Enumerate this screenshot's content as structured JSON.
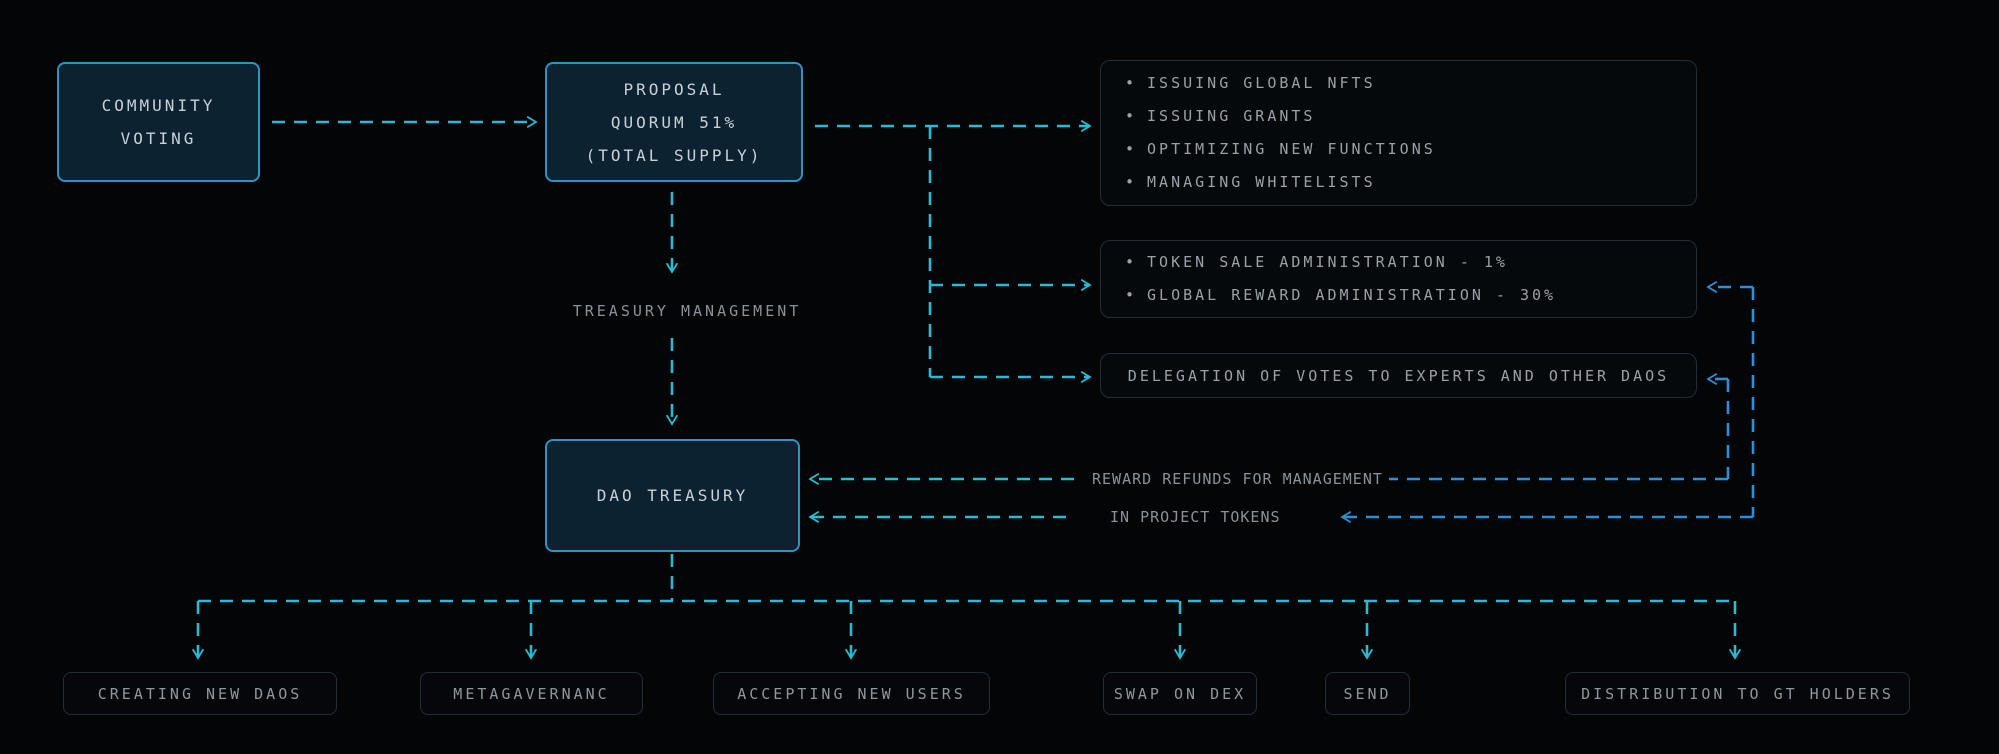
{
  "diagram": {
    "nodes": {
      "community_voting": "COMMUNITY\nVOTING",
      "proposal_quorum": "PROPOSAL\nQUORUM 51%\n(TOTAL SUPPLY)",
      "dao_treasury": "DAO TREASURY"
    },
    "edge_labels": {
      "treasury_management": "TREASURY MANAGEMENT",
      "reward_refunds": "REWARD REFUNDS FOR MANAGEMENT",
      "in_project_tokens": "IN PROJECT TOKENS"
    },
    "governance_actions": {
      "items": [
        "ISSUING GLOBAL NFTS",
        "ISSUING GRANTS",
        "OPTIMIZING NEW FUNCTIONS",
        "MANAGING WHITELISTS"
      ]
    },
    "administration": {
      "items": [
        "TOKEN SALE ADMINISTRATION - 1%",
        "GLOBAL REWARD ADMINISTRATION - 30%"
      ]
    },
    "delegation": "DELEGATION OF VOTES TO EXPERTS AND OTHER DAOS",
    "treasury_uses": [
      "CREATING NEW DAOS",
      "METAGAVERNANC",
      "ACCEPTING NEW USERS",
      "SWAP ON DEX",
      "SEND",
      "DISTRIBUTION TO GT HOLDERS"
    ],
    "colors": {
      "arrow_teal": "#2cb9d4",
      "arrow_blue": "#2e8fd9",
      "node_fill": "#0c2231",
      "node_border": "#2e93c6",
      "panel_border": "#222d3b",
      "background": "#040506"
    }
  }
}
